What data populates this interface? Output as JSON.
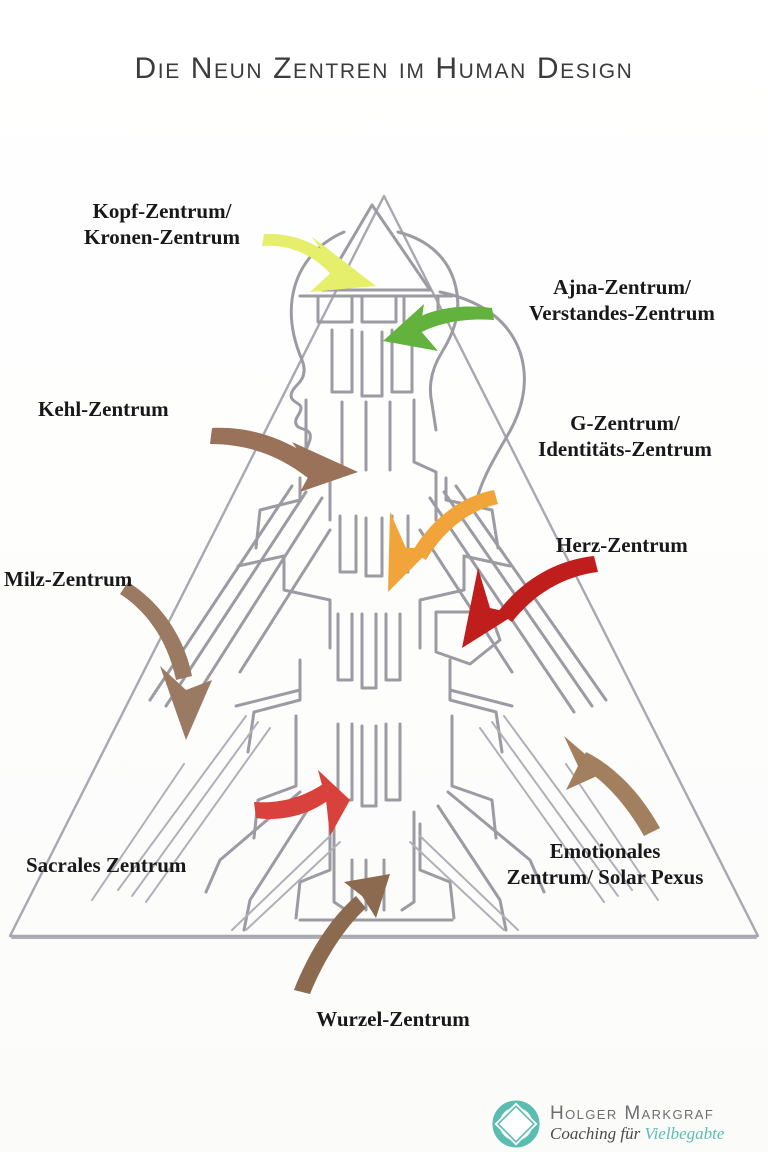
{
  "page": {
    "title": "Die Neun Zentren im Human Design",
    "background_color": "#fdfdfd",
    "title_color": "#3b3b3d"
  },
  "diagram": {
    "outline_color": "#9a9aa2",
    "description": "Human Design bodygraph line-art of a human silhouette inside a large triangle",
    "labels": [
      {
        "id": "kopf",
        "text": "Kopf-Zentrum/\nKronen-Zentrum",
        "arrow_color": "#e6ef6c",
        "arrow_name": "arrow-kopf-zentrum"
      },
      {
        "id": "ajna",
        "text": "Ajna-Zentrum/\nVerstandes-Zentrum",
        "arrow_color": "#63b23d",
        "arrow_name": "arrow-ajna-zentrum"
      },
      {
        "id": "kehl",
        "text": "Kehl-Zentrum",
        "arrow_color": "#9a7259",
        "arrow_name": "arrow-kehl-zentrum"
      },
      {
        "id": "g",
        "text": "G-Zentrum/\nIdentitäts-Zentrum",
        "arrow_color": "#f0a43a",
        "arrow_name": "arrow-g-zentrum"
      },
      {
        "id": "herz",
        "text": "Herz-Zentrum",
        "arrow_color": "#c01d1d",
        "arrow_name": "arrow-herz-zentrum"
      },
      {
        "id": "milz",
        "text": "Milz-Zentrum",
        "arrow_color": "#9a7a62",
        "arrow_name": "arrow-milz-zentrum"
      },
      {
        "id": "sacral",
        "text": "Sacrales Zentrum",
        "arrow_color": "#d9413c",
        "arrow_name": "arrow-sacrales-zentrum"
      },
      {
        "id": "emotional",
        "text": "Emotionales\nZentrum/ Solar Pexus",
        "arrow_color": "#a2805f",
        "arrow_name": "arrow-emotionales-zentrum"
      },
      {
        "id": "wurzel",
        "text": "Wurzel-Zentrum",
        "arrow_color": "#8c6a4f",
        "arrow_name": "arrow-wurzel-zentrum"
      }
    ]
  },
  "logo": {
    "name": "Holger Markgraf",
    "tagline_prefix": "Coaching für ",
    "tagline_accent": "Vielbegabte",
    "mark_color": "#5bbdb0",
    "name_color": "#6e6e70"
  }
}
